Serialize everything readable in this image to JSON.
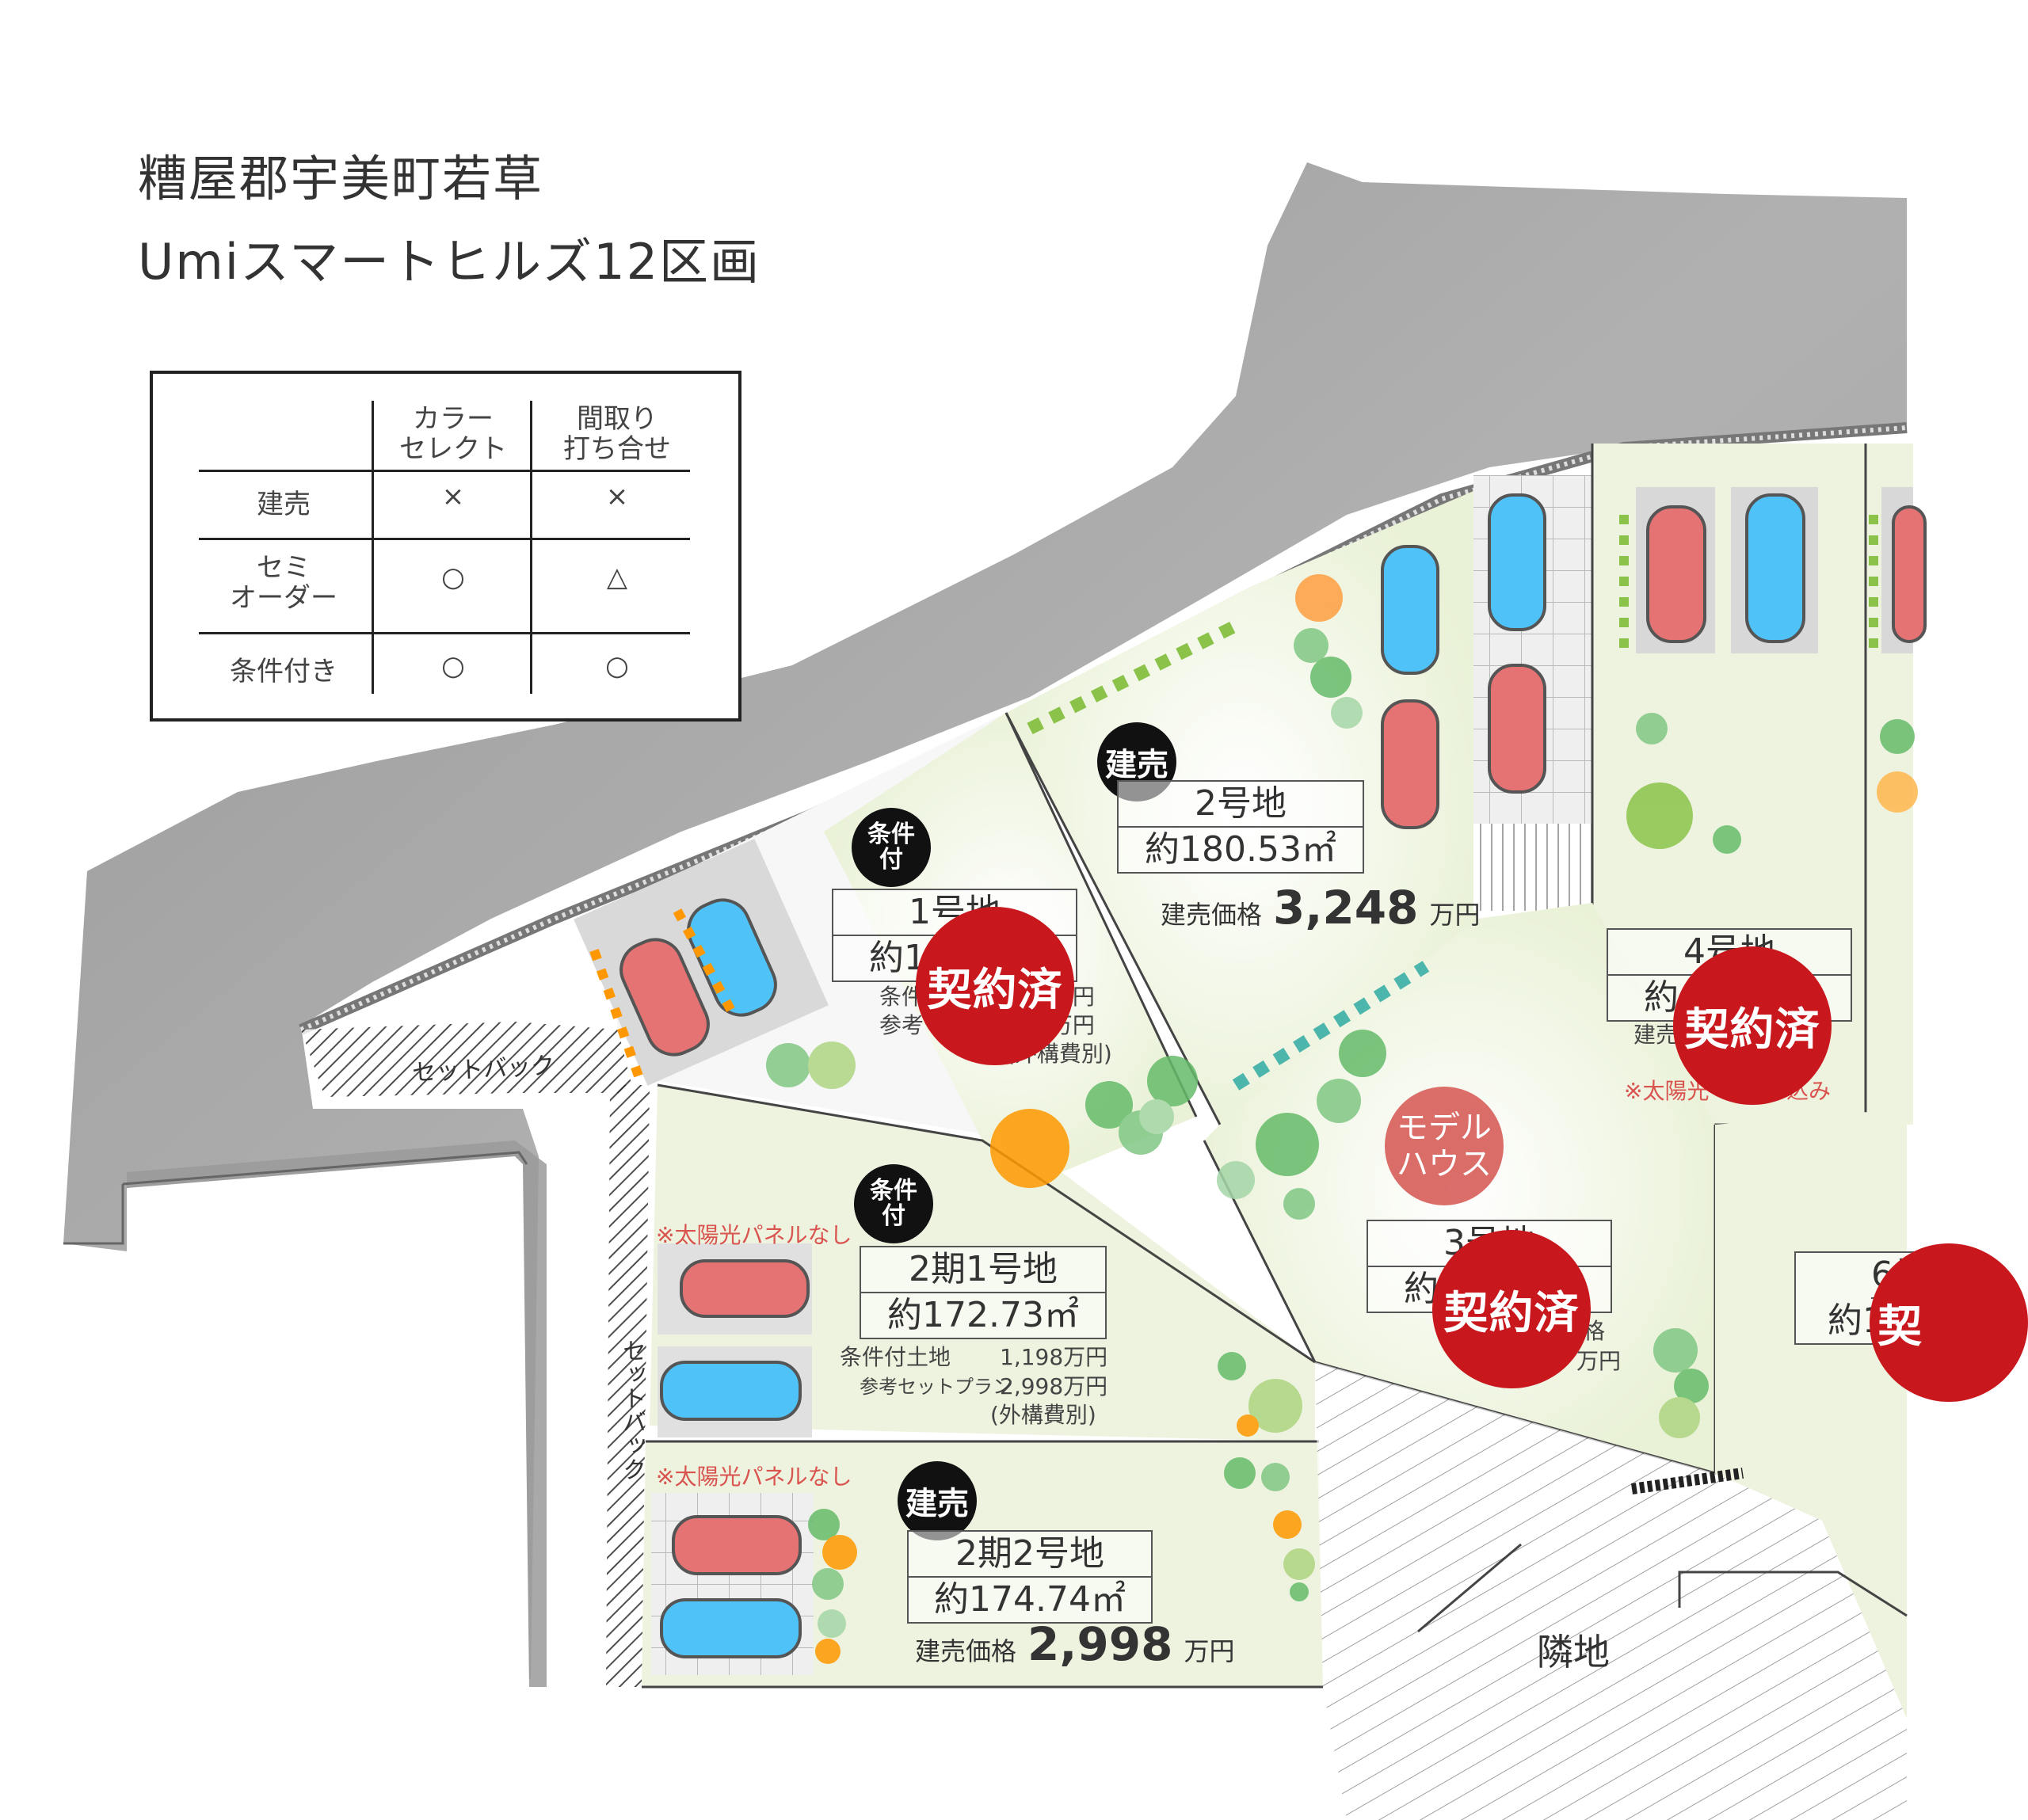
{
  "title_line1": "糟屋郡宇美町若草",
  "title_line2": "Umiスマートヒルズ12区画",
  "legend": {
    "header_col1": "カラー\nセレクト",
    "header_col2": "間取り\n打ち合せ",
    "rows": [
      {
        "label": "建売",
        "col1": "×",
        "col2": "×"
      },
      {
        "label": "セミ\nオーダー",
        "col1": "○",
        "col2": "△"
      },
      {
        "label": "条件付き",
        "col1": "○",
        "col2": "○"
      }
    ]
  },
  "lots": {
    "lot1": {
      "name": "1号地",
      "area": "約1",
      "badge": "条件\n付",
      "status": "契約済",
      "line1": "条件",
      "line1_end": "3万円",
      "line2": "参考セ",
      "line2_end": "8万円",
      "line3": "(外構費別)"
    },
    "lot2": {
      "name": "2号地",
      "area": "約180.53㎡",
      "badge": "建売",
      "price_label": "建売価格",
      "price": "3,248",
      "price_unit": "万円"
    },
    "lot3": {
      "name": "3号地",
      "area": "約",
      "status": "契約済",
      "model": "モデル\nハウス",
      "frag1": "格",
      "frag2": "万円"
    },
    "lot4": {
      "name": "4号地",
      "area": "約",
      "status": "契約済",
      "frag1": "建売",
      "note": "※太陽光",
      "note_end": "込み"
    },
    "lot6": {
      "name": "6号",
      "area": "約1",
      "status": "契"
    },
    "p2lot1": {
      "name": "2期1号地",
      "area": "約172.73㎡",
      "badge": "条件\n付",
      "note": "※太陽光パネルなし",
      "line1_label": "条件付土地",
      "line1_val": "1,198万円",
      "line2_label": "参考セットプラン",
      "line2_val": "2,998万円",
      "line3": "(外構費別)"
    },
    "p2lot2": {
      "name": "2期2号地",
      "area": "約174.74㎡",
      "badge": "建売",
      "note": "※太陽光パネルなし",
      "price_label": "建売価格",
      "price": "2,998",
      "price_unit": "万円"
    }
  },
  "labels": {
    "setback1": "セットバック",
    "setback2": "セットバック",
    "neighbor": "隣地"
  },
  "colors": {
    "road": "#9a9a9a",
    "lot_green": "#eef3df",
    "contracted_red": "#c8181d",
    "model_house": "#d85e5a",
    "car_red": "#e57373",
    "car_blue": "#4fc3f7"
  }
}
